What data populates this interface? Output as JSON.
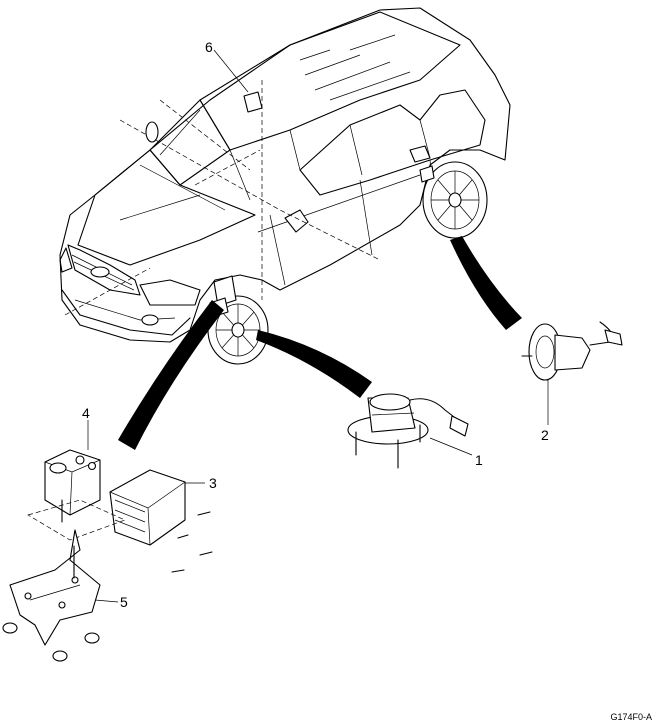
{
  "callouts": [
    {
      "id": "1",
      "label": "1"
    },
    {
      "id": "2",
      "label": "2"
    },
    {
      "id": "3",
      "label": "3"
    },
    {
      "id": "4",
      "label": "4"
    },
    {
      "id": "5",
      "label": "5"
    },
    {
      "id": "6",
      "label": "6"
    }
  ],
  "reference_code": "G174F0-A"
}
